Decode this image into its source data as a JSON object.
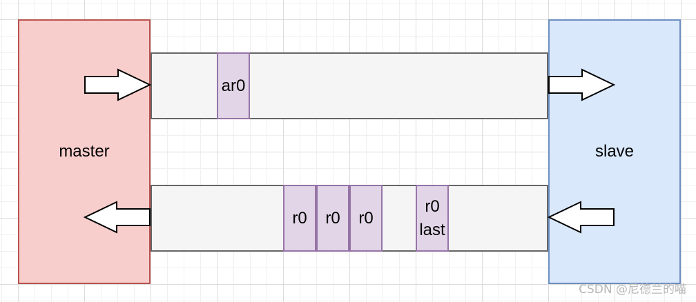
{
  "nodes": {
    "master": {
      "label": "master"
    },
    "slave": {
      "label": "slave"
    }
  },
  "channels": {
    "top": {
      "packets": [
        {
          "label": "ar0"
        }
      ]
    },
    "bottom": {
      "packets": [
        {
          "label": "r0"
        },
        {
          "label": "r0"
        },
        {
          "label": "r0"
        },
        {
          "label": "r0",
          "sublabel": "last"
        }
      ]
    }
  },
  "watermark": "CSDN @尼德兰的喵",
  "colors": {
    "master_fill": "#f8cecc",
    "master_stroke": "#b85450",
    "slave_fill": "#dae8fc",
    "slave_stroke": "#6c8ebf",
    "lane_fill": "#f5f5f5",
    "lane_stroke": "#666666",
    "packet_fill": "#e1d5e7",
    "packet_stroke": "#9673a6"
  }
}
